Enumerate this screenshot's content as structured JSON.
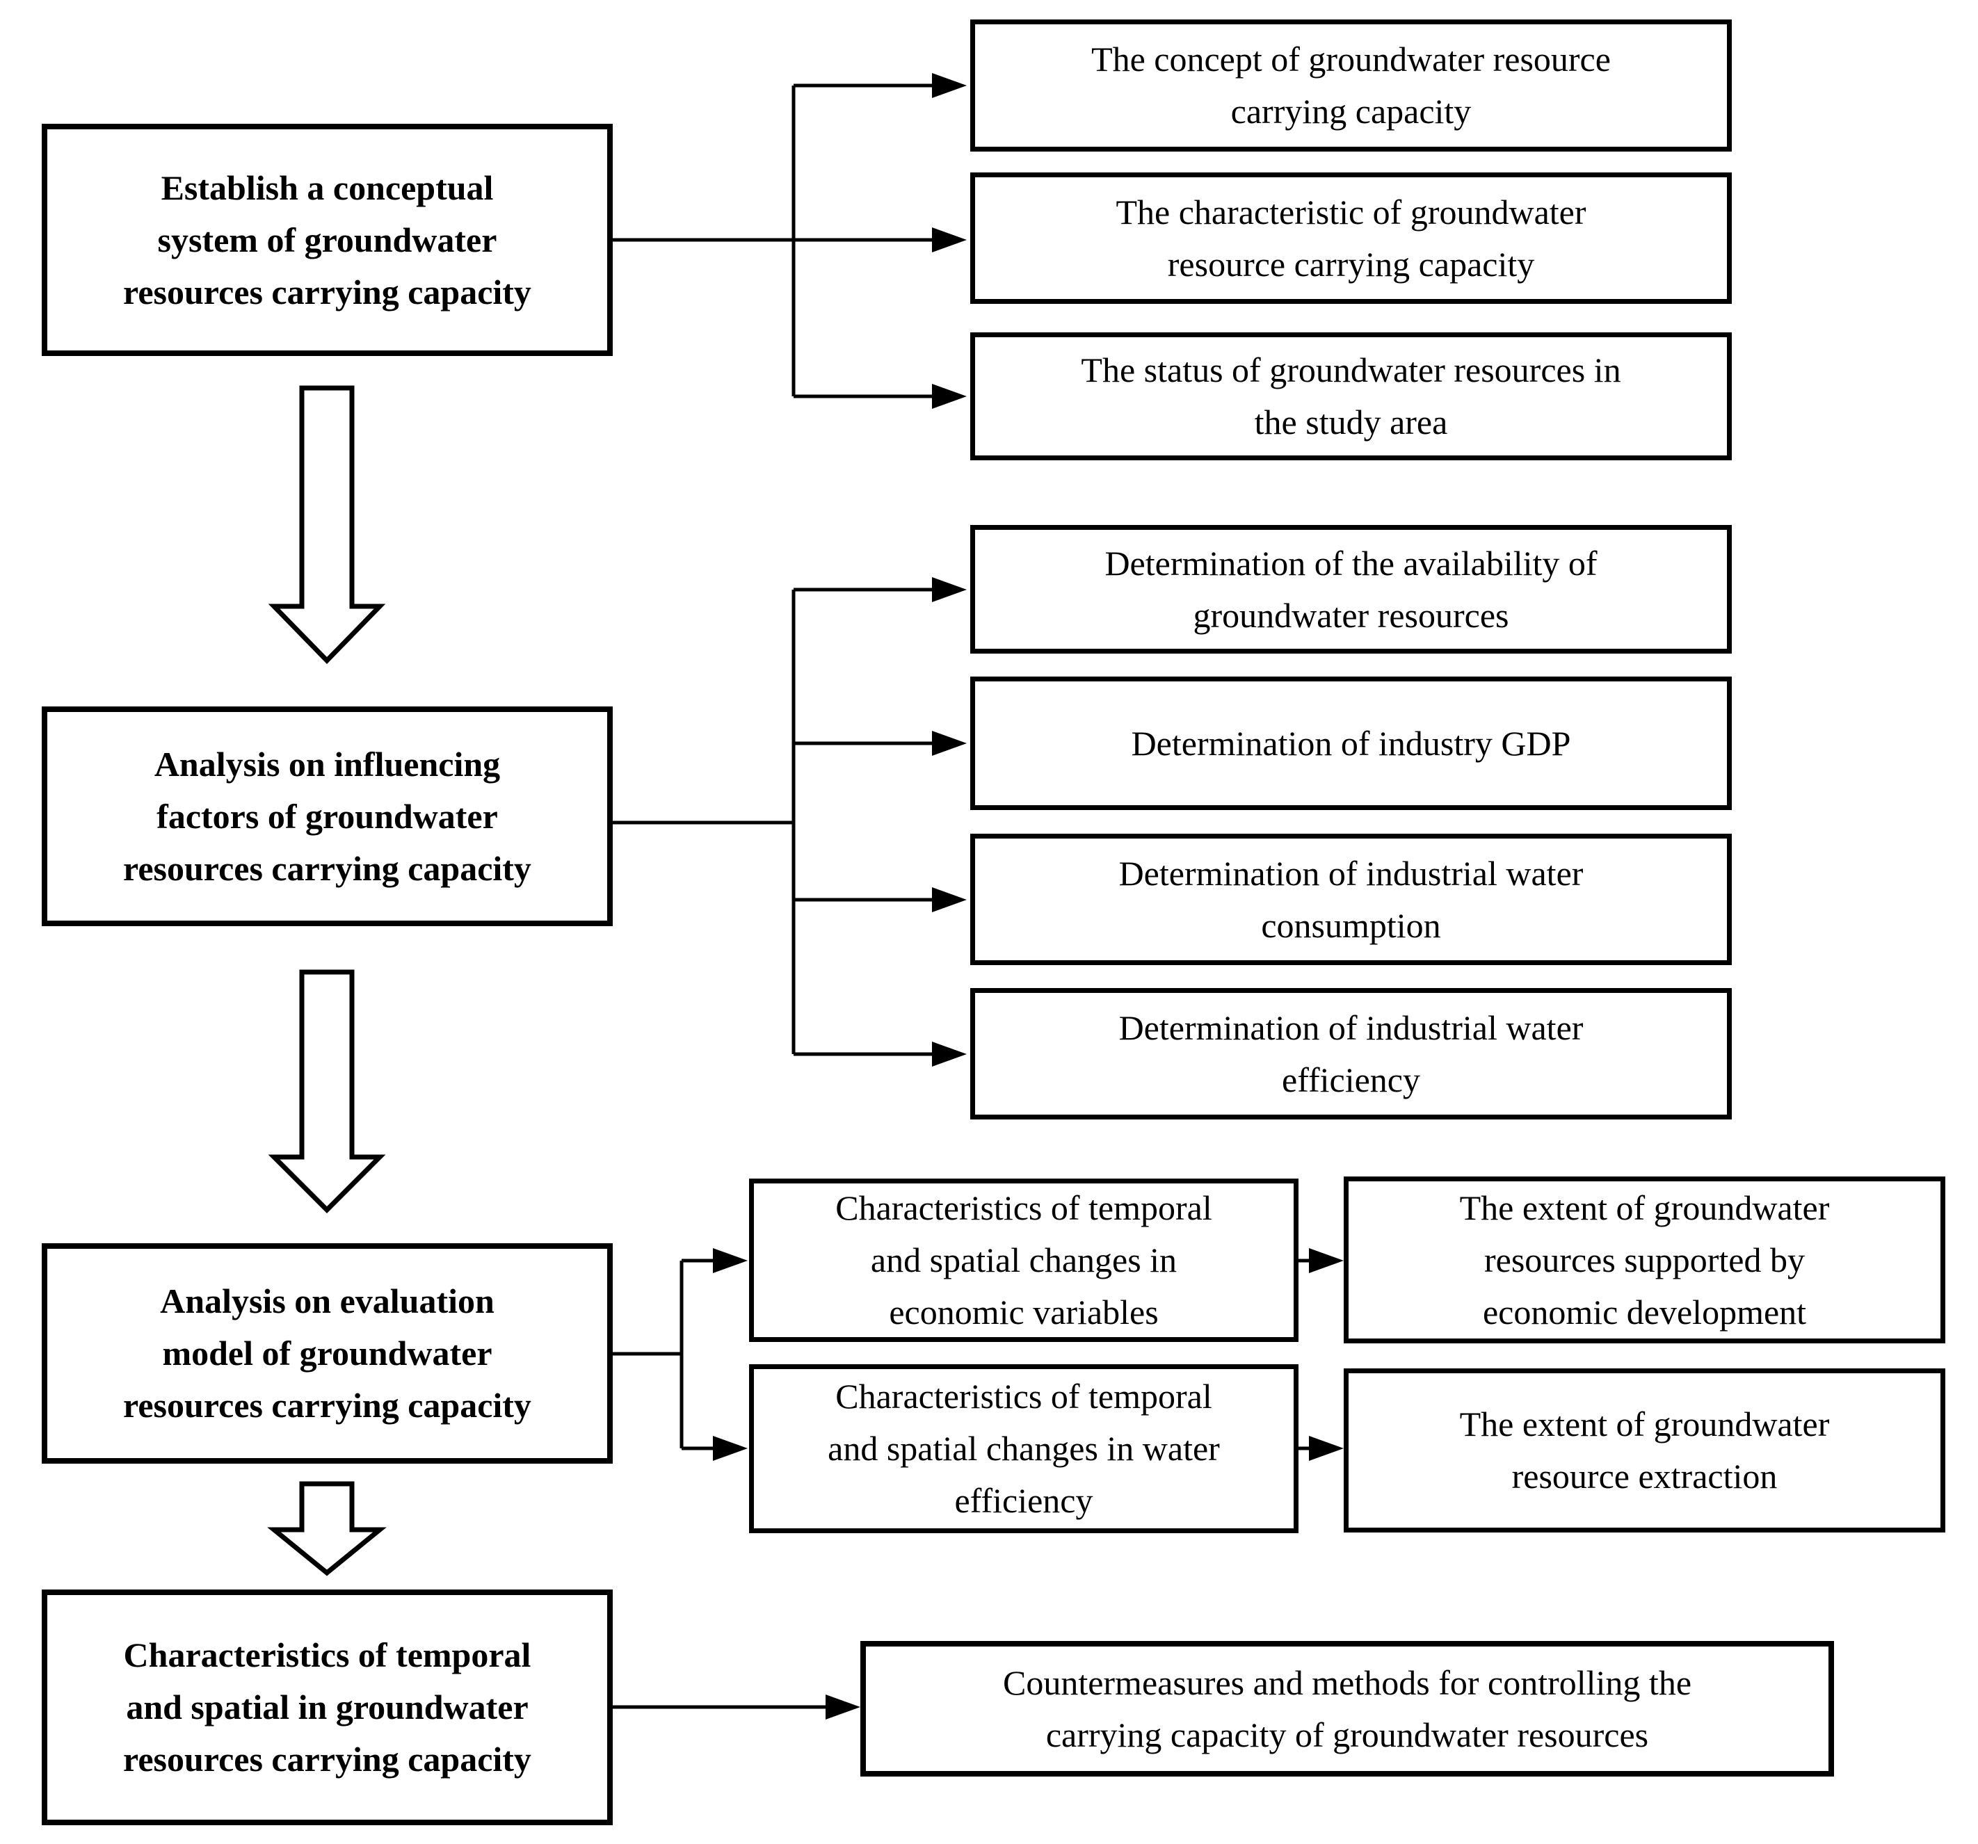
{
  "figure": {
    "type": "flowchart",
    "description": "Research flowchart of groundwater resources carrying capacity"
  },
  "colors": {
    "background": "#ffffff",
    "line": "#000000",
    "text": "#000000",
    "box-fill": "#ffffff"
  },
  "boxes": {
    "establish": {
      "lines": [
        "Establish a conceptual",
        "system of groundwater",
        "resources carrying capacity"
      ]
    },
    "influencing": {
      "lines": [
        "Analysis on influencing",
        "factors of groundwater",
        "resources carrying capacity"
      ]
    },
    "evaluation": {
      "lines": [
        "Analysis on evaluation",
        "model of groundwater",
        "resources carrying capacity"
      ]
    },
    "temporal_spatial": {
      "lines": [
        "Characteristics of temporal",
        "and spatial in groundwater",
        "resources carrying capacity"
      ]
    },
    "concept": {
      "lines": [
        "The concept of groundwater resource",
        "carrying capacity"
      ]
    },
    "characteristic": {
      "lines": [
        "The characteristic of groundwater",
        "resource carrying capacity"
      ]
    },
    "status": {
      "lines": [
        "The status of groundwater resources in",
        "the study area"
      ]
    },
    "availability": {
      "lines": [
        "Determination of the availability of",
        "groundwater resources"
      ]
    },
    "industry_gdp": {
      "lines": [
        "Determination of industry GDP"
      ]
    },
    "water_consumption": {
      "lines": [
        "Determination of industrial water",
        "consumption"
      ]
    },
    "water_efficiency": {
      "lines": [
        "Determination of industrial water",
        "efficiency"
      ]
    },
    "econ_changes": {
      "lines": [
        "Characteristics of temporal",
        "and spatial changes in",
        "economic variables"
      ]
    },
    "water_changes": {
      "lines": [
        "Characteristics of temporal",
        "and spatial changes in water",
        "efficiency"
      ]
    },
    "extent_supported": {
      "lines": [
        "The extent of groundwater",
        "resources supported by",
        "economic development"
      ]
    },
    "extent_extraction": {
      "lines": [
        "The extent of groundwater",
        "resource extraction"
      ]
    },
    "countermeasures": {
      "lines": [
        "Countermeasures and methods for controlling the",
        "carrying capacity of groundwater resources"
      ]
    }
  }
}
